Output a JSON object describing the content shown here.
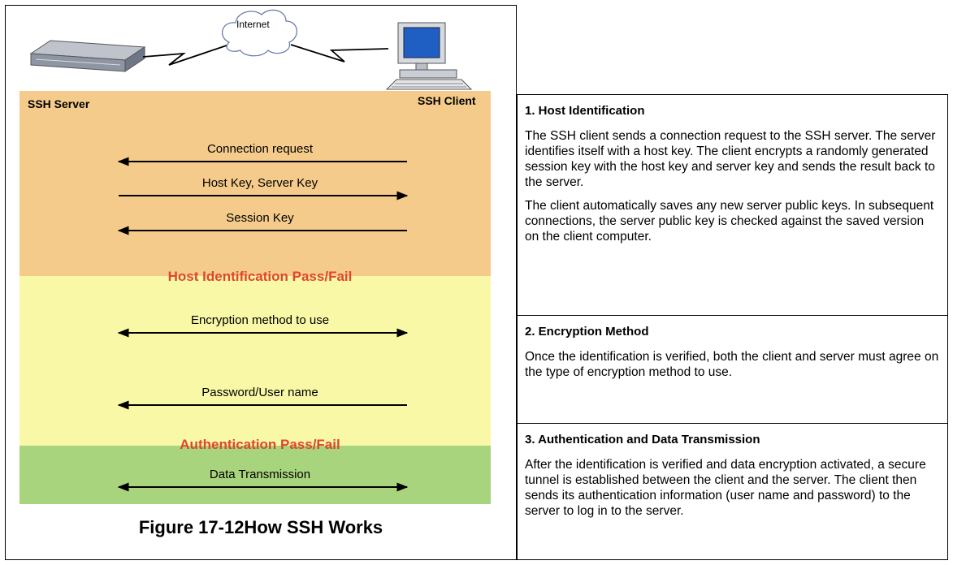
{
  "diagram": {
    "internet_label": "Internet",
    "server_label": "SSH Server",
    "client_label": "SSH Client",
    "messages": [
      {
        "label": "Connection request",
        "direction": "to-server"
      },
      {
        "label": "Host Key, Server Key",
        "direction": "to-client"
      },
      {
        "label": "Session Key",
        "direction": "to-server"
      },
      {
        "label": "Encryption method to use",
        "direction": "both"
      },
      {
        "label": "Password/User name",
        "direction": "to-server"
      },
      {
        "label": "Data Transmission",
        "direction": "both"
      }
    ],
    "host_pass_label": "Host Identification Pass/Fail",
    "auth_pass_label": "Authentication Pass/Fail",
    "colors": {
      "host_band": "#f4cb8a",
      "encryption_band": "#f8f8a6",
      "data_band": "#a9d47e",
      "pass_fail_text": "#e0462b"
    },
    "caption": "Figure 17-12How SSH Works"
  },
  "steps": [
    {
      "title": "1. Host Identification",
      "paragraphs": [
        "The SSH client sends a connection request to the SSH server. The server identifies itself with a host key. The client encrypts a randomly generated session key with the host key and server key and sends the result back to the server.",
        "The client automatically saves any new server public keys. In subsequent connections, the server public key is checked against the saved version on the client computer."
      ]
    },
    {
      "title": "2. Encryption Method",
      "paragraphs": [
        "Once the identification is verified, both the client and server must agree on the type of encryption method to use."
      ]
    },
    {
      "title": "3. Authentication and Data Transmission",
      "paragraphs": [
        "After the identification is verified and data encryption activated, a secure tunnel is established between the client and the server. The client then sends its authentication information (user name and password) to the server to log in to the server."
      ]
    }
  ]
}
